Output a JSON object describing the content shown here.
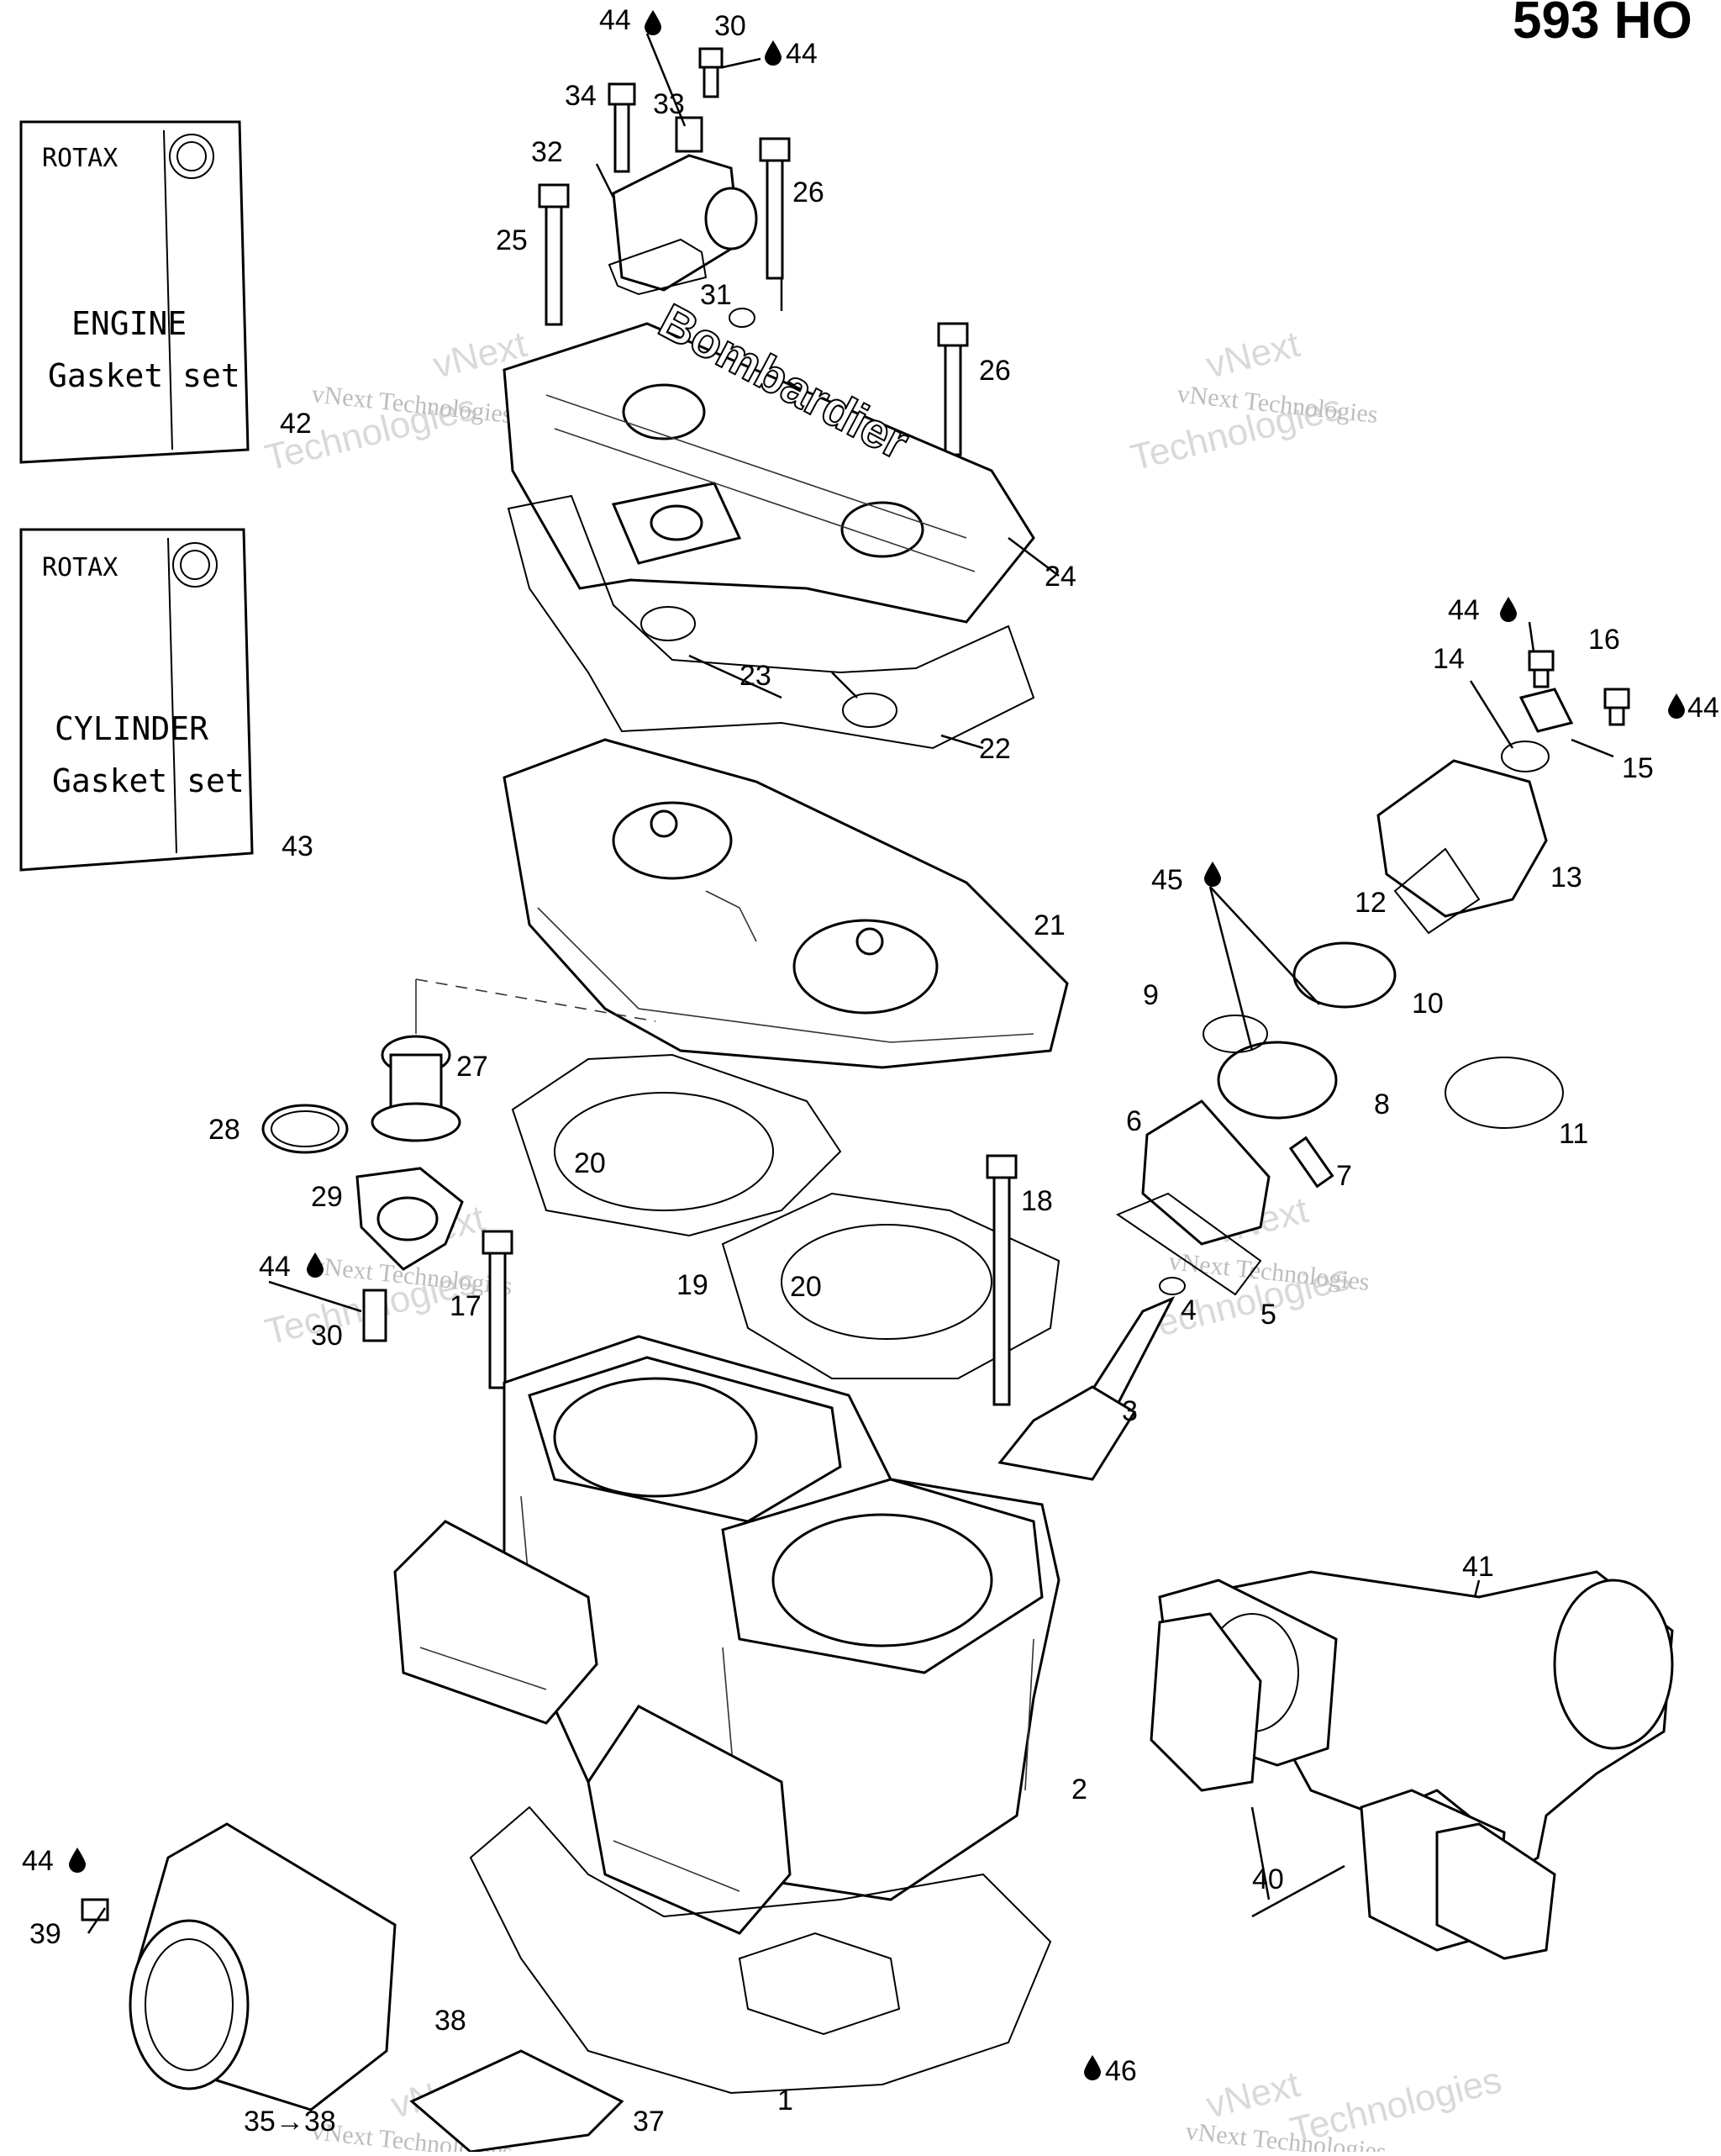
{
  "header": {
    "title": "593 HO"
  },
  "kits": [
    {
      "brand": "ROTAX",
      "line1": "ENGINE",
      "line2": "Gasket set",
      "ref": "42"
    },
    {
      "brand": "ROTAX",
      "line1": "CYLINDER",
      "line2": "Gasket set",
      "ref": "43"
    }
  ],
  "watermark": {
    "brand": "vNext",
    "company": "vNext Technologies",
    "sub": "Technologies"
  },
  "callouts": [
    {
      "id": "c1",
      "text": "1"
    },
    {
      "id": "c2",
      "text": "2"
    },
    {
      "id": "c3",
      "text": "3"
    },
    {
      "id": "c4",
      "text": "4"
    },
    {
      "id": "c5",
      "text": "5"
    },
    {
      "id": "c6",
      "text": "6"
    },
    {
      "id": "c7",
      "text": "7"
    },
    {
      "id": "c8",
      "text": "8"
    },
    {
      "id": "c9",
      "text": "9"
    },
    {
      "id": "c10",
      "text": "10"
    },
    {
      "id": "c11",
      "text": "11"
    },
    {
      "id": "c12",
      "text": "12"
    },
    {
      "id": "c13",
      "text": "13"
    },
    {
      "id": "c14",
      "text": "14"
    },
    {
      "id": "c15",
      "text": "15"
    },
    {
      "id": "c16",
      "text": "16"
    },
    {
      "id": "c17",
      "text": "17"
    },
    {
      "id": "c18",
      "text": "18"
    },
    {
      "id": "c19",
      "text": "19"
    },
    {
      "id": "c20a",
      "text": "20"
    },
    {
      "id": "c20b",
      "text": "20"
    },
    {
      "id": "c21",
      "text": "21"
    },
    {
      "id": "c22",
      "text": "22"
    },
    {
      "id": "c23",
      "text": "23"
    },
    {
      "id": "c24",
      "text": "24"
    },
    {
      "id": "c25",
      "text": "25"
    },
    {
      "id": "c26a",
      "text": "26"
    },
    {
      "id": "c26b",
      "text": "26"
    },
    {
      "id": "c27",
      "text": "27"
    },
    {
      "id": "c28",
      "text": "28"
    },
    {
      "id": "c29",
      "text": "29"
    },
    {
      "id": "c30a",
      "text": "30"
    },
    {
      "id": "c30b",
      "text": "30"
    },
    {
      "id": "c31",
      "text": "31"
    },
    {
      "id": "c32",
      "text": "32"
    },
    {
      "id": "c33",
      "text": "33"
    },
    {
      "id": "c34",
      "text": "34"
    },
    {
      "id": "c3538",
      "text": "35→38"
    },
    {
      "id": "c37",
      "text": "37"
    },
    {
      "id": "c38",
      "text": "38"
    },
    {
      "id": "c39",
      "text": "39"
    },
    {
      "id": "c40",
      "text": "40"
    },
    {
      "id": "c41",
      "text": "41"
    },
    {
      "id": "c42",
      "text": "42"
    },
    {
      "id": "c43",
      "text": "43"
    },
    {
      "id": "c44a",
      "text": "44"
    },
    {
      "id": "c44b",
      "text": "44"
    },
    {
      "id": "c44c",
      "text": "44"
    },
    {
      "id": "c44d",
      "text": "44"
    },
    {
      "id": "c44e",
      "text": "44"
    },
    {
      "id": "c44f",
      "text": "44"
    },
    {
      "id": "c45",
      "text": "45"
    },
    {
      "id": "c46",
      "text": "46"
    }
  ]
}
